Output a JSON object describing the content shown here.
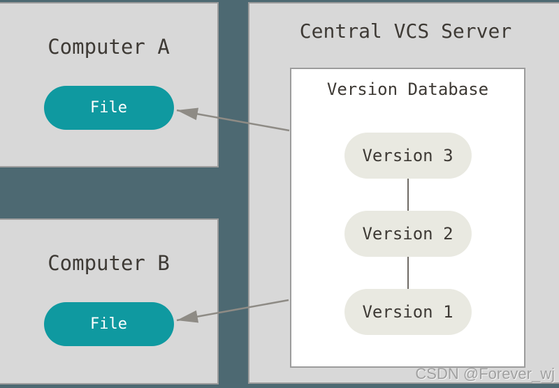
{
  "colors": {
    "background": "#4d6972",
    "box_fill": "#d8d8d8",
    "box_border": "#9c9c9c",
    "database_fill": "#ffffff",
    "file_pill": "#0f99a0",
    "file_pill_text": "#ffffff",
    "version_pill": "#e9e9e1",
    "title_text": "#3e3a35",
    "arrow": "#8e8b85",
    "connector": "#6e6a64",
    "watermark_text": "#a0a0a0"
  },
  "computer_a": {
    "title": "Computer A",
    "file_label": "File"
  },
  "computer_b": {
    "title": "Computer B",
    "file_label": "File"
  },
  "server": {
    "title": "Central VCS Server",
    "database": {
      "title": "Version Database",
      "versions": [
        "Version 3",
        "Version 2",
        "Version 1"
      ]
    }
  },
  "watermark": "CSDN @Forever_wj"
}
